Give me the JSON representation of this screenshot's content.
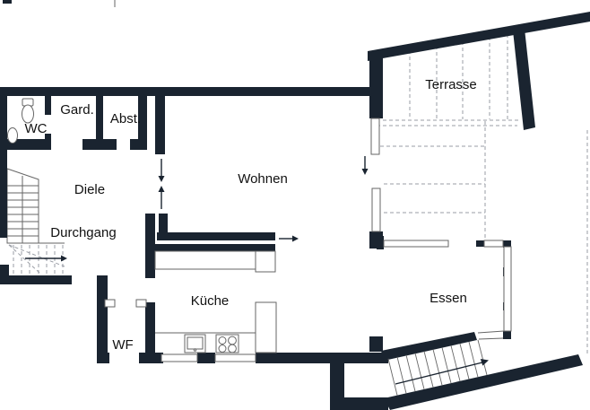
{
  "document": {
    "type": "architectural-floor-plan"
  },
  "rooms": {
    "terrasse": {
      "label": "Terrasse"
    },
    "wohnen": {
      "label": "Wohnen"
    },
    "essen": {
      "label": "Essen"
    },
    "kueche": {
      "label": "Küche"
    },
    "diele": {
      "label": "Diele"
    },
    "durchgang": {
      "label": "Durchgang"
    },
    "wc": {
      "label": "WC"
    },
    "gard": {
      "label": "Gard."
    },
    "abst": {
      "label": "Abst."
    },
    "wf": {
      "label": "WF"
    }
  },
  "colors": {
    "wall": "#1a2430",
    "line": "#666666",
    "dash": "#9a9ea6",
    "text": "#111111",
    "background": "#ffffff"
  }
}
